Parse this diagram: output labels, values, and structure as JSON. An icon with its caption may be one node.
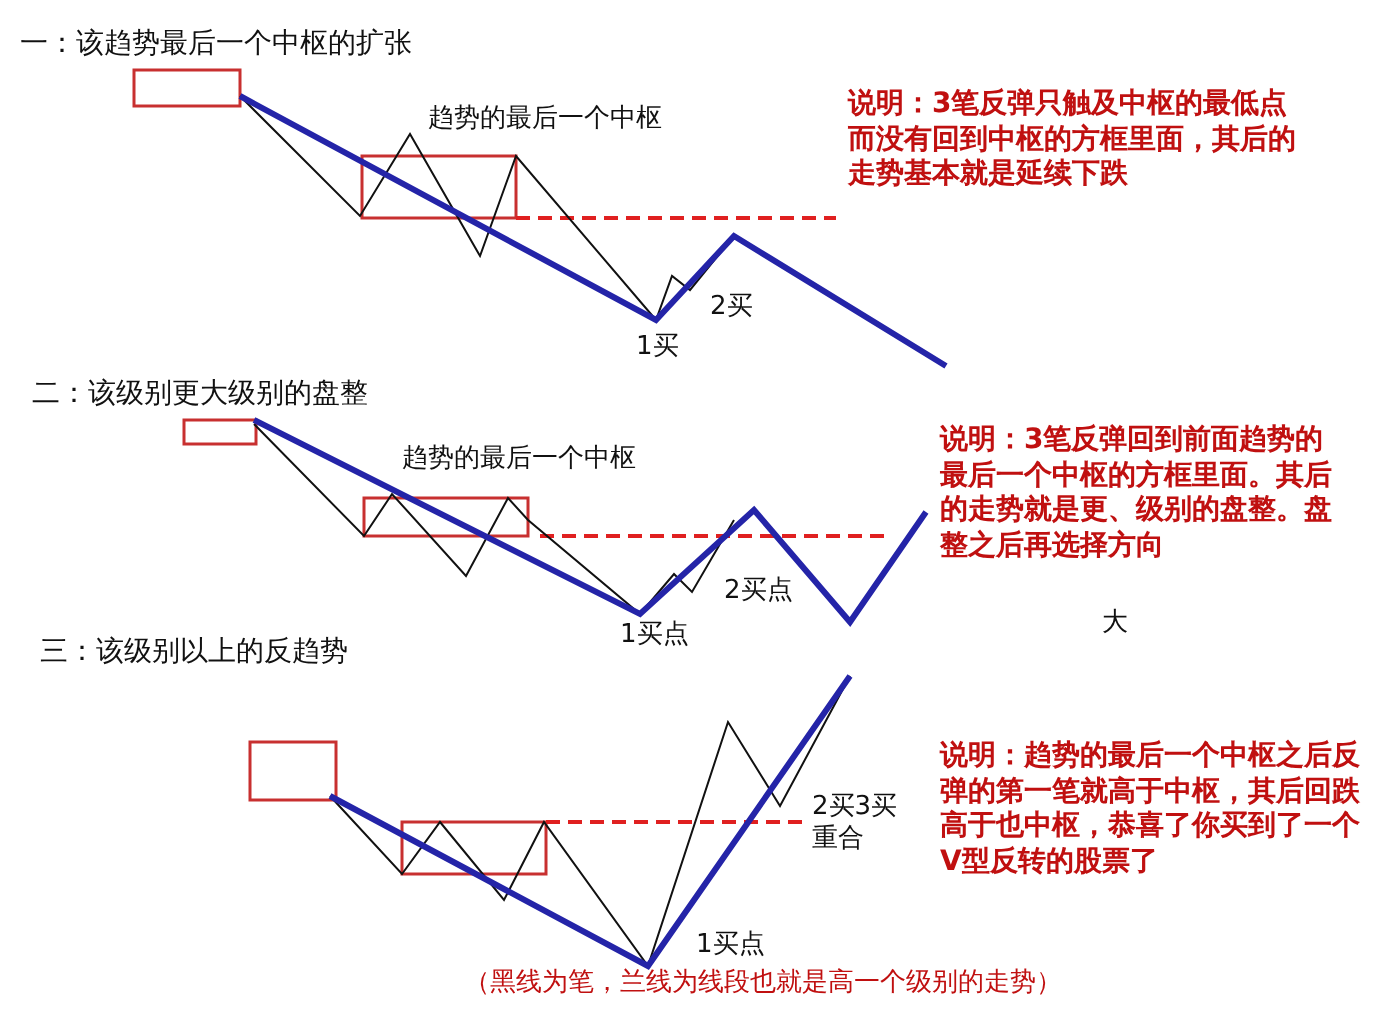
{
  "diagram": {
    "caption": "（黑线为笔，兰线为线段也就是高一个级别的走势）",
    "labels": [
      "一：该趋势最后一个中枢的扩张",
      "趋势的最后一个中枢",
      "说明：3笔反弹只触及中枢的最低点而没有回到中枢的方框里面，其后的走势基本就是延续下跌",
      "2买",
      "1买",
      "二：该级别更大级别的盘整",
      "趋势的最后一个中枢",
      "说明：3笔反弹回到前面趋势的最后一个中枢的方框里面。其后的走势就是更、级别的盘整。盘整之后再选择方向",
      "2买点",
      "1买点",
      "大",
      "三：该级别以上的反趋势",
      "2买3买重合",
      "说明：趋势的最后一个中枢之后反弹的第一笔就高于中枢，其后回跌高于也中枢，恭喜了你买到了一个V型反转的股票了",
      "1买点"
    ]
  }
}
